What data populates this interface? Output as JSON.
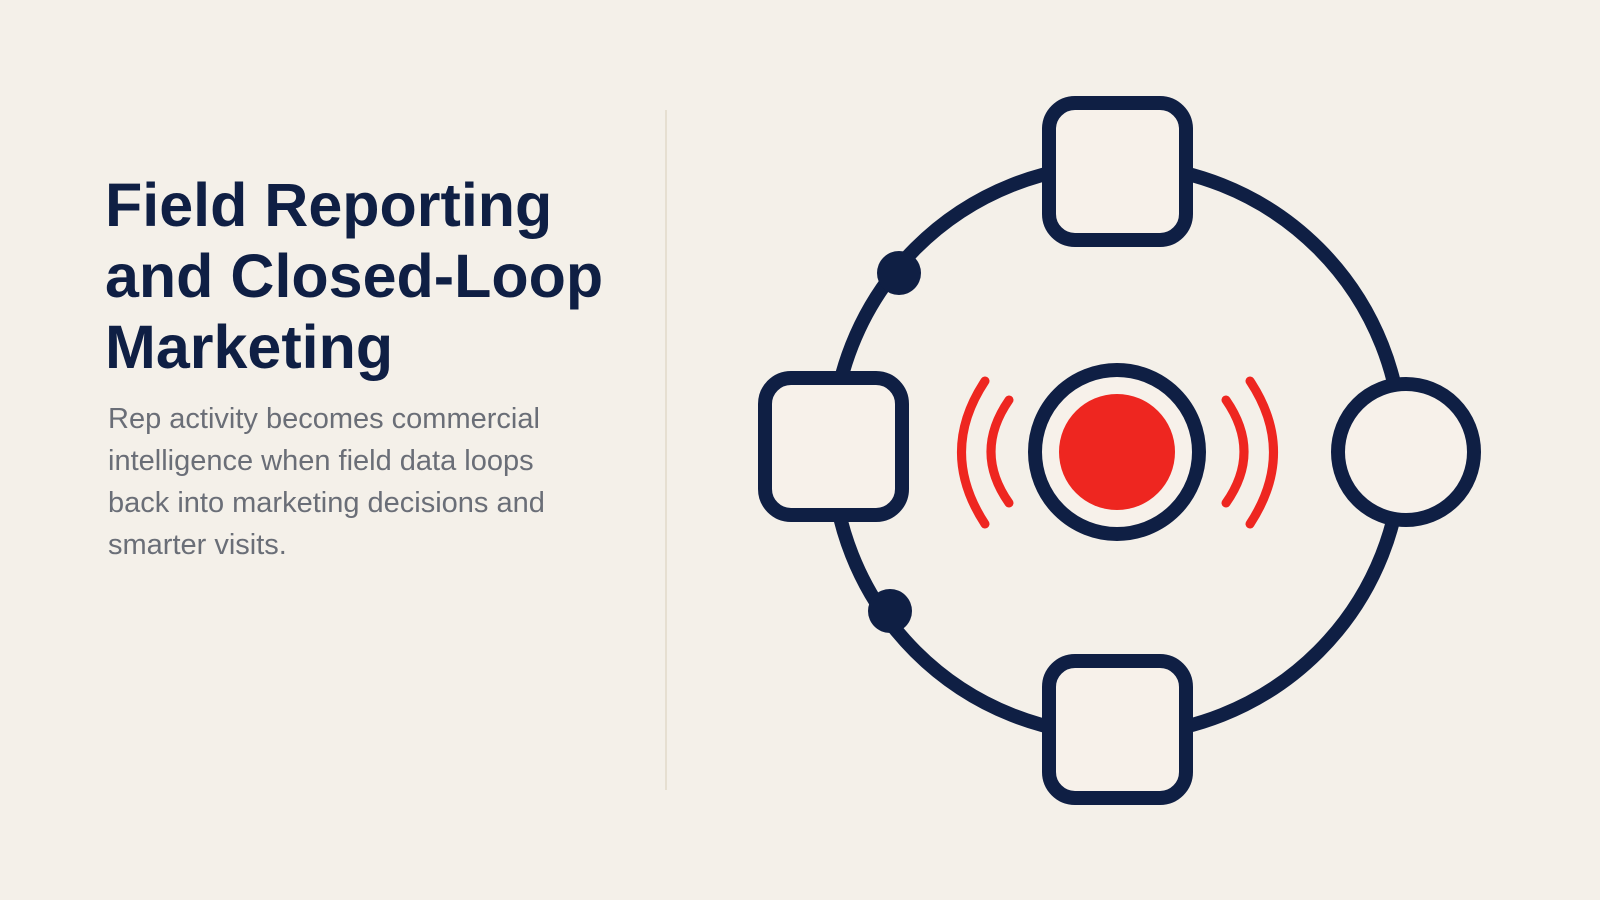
{
  "slide": {
    "title_lines": [
      "Field Reporting",
      "and Closed-Loop",
      "Marketing"
    ],
    "subtitle_lines": [
      "Rep activity becomes commercial",
      "intelligence when field data loops",
      "back into marketing decisions and",
      "smarter visits."
    ]
  },
  "colors": {
    "background": "#F4F0E9",
    "navy": "#0F1F44",
    "accent_red": "#EE2620",
    "node_fill": "#F7F1EA",
    "body_text": "#6A6E77",
    "divider": "#E6DFD1"
  },
  "diagram": {
    "icon": "closed-loop-broadcast-icon"
  }
}
